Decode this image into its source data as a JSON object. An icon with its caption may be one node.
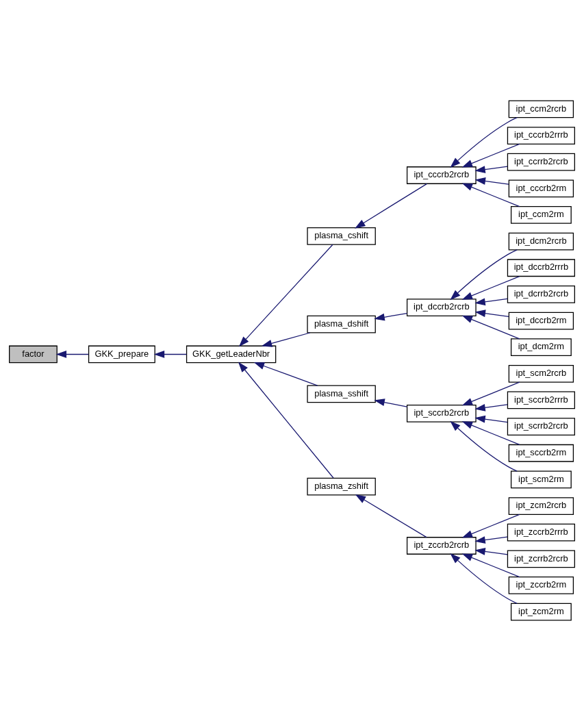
{
  "diagram": {
    "nodes": [
      {
        "text": [
          "factor"
        ]
      },
      {
        "text": [
          "GKK_prepare"
        ]
      },
      {
        "text": [
          "GKK_getLeaderNbr"
        ]
      },
      {
        "text": [
          "plasma_cshift"
        ]
      },
      {
        "text": [
          "plasma_dshift"
        ]
      },
      {
        "text": [
          "plasma_sshift"
        ]
      },
      {
        "text": [
          "plasma_zshift"
        ]
      },
      {
        "text": [
          "ipt_cccrb2rcrb"
        ]
      },
      {
        "text": [
          "ipt_dccrb2rcrb"
        ]
      },
      {
        "text": [
          "ipt_sccrb2rcrb"
        ]
      },
      {
        "text": [
          "ipt_zccrb2rcrb"
        ]
      },
      {
        "text": [
          "ipt_ccm2rcrb"
        ]
      },
      {
        "text": [
          "ipt_cccrb2rrrb"
        ]
      },
      {
        "text": [
          "ipt_ccrrb2rcrb"
        ]
      },
      {
        "text": [
          "ipt_cccrb2rm"
        ]
      },
      {
        "text": [
          "ipt_ccm2rm"
        ]
      },
      {
        "text": [
          "ipt_dcm2rcrb"
        ]
      },
      {
        "text": [
          "ipt_dccrb2rrrb"
        ]
      },
      {
        "text": [
          "ipt_dcrrb2rcrb"
        ]
      },
      {
        "text": [
          "ipt_dccrb2rm"
        ]
      },
      {
        "text": [
          "ipt_dcm2rm"
        ]
      },
      {
        "text": [
          "ipt_scm2rcrb"
        ]
      },
      {
        "text": [
          "ipt_sccrb2rrrb"
        ]
      },
      {
        "text": [
          "ipt_scrrb2rcrb"
        ]
      },
      {
        "text": [
          "ipt_sccrb2rm"
        ]
      },
      {
        "text": [
          "ipt_scm2rm"
        ]
      },
      {
        "text": [
          "ipt_zcm2rcrb"
        ]
      },
      {
        "text": [
          "ipt_zccrb2rrrb"
        ]
      },
      {
        "text": [
          "ipt_zcrrb2rcrb"
        ]
      },
      {
        "text": [
          "ipt_zccrb2rm"
        ]
      },
      {
        "text": [
          "ipt_zcm2rm"
        ]
      }
    ],
    "edges": [
      {
        "from": 1,
        "to": 0,
        "arrow": "to"
      },
      {
        "from": 2,
        "to": 1,
        "arrow": "to"
      },
      {
        "from": 3,
        "to": 2,
        "arrow": "to"
      },
      {
        "from": 4,
        "to": 2,
        "arrow": "to"
      },
      {
        "from": 5,
        "to": 2,
        "arrow": "to"
      },
      {
        "from": 6,
        "to": 2,
        "arrow": "to"
      },
      {
        "from": 7,
        "to": 3,
        "arrow": "to"
      },
      {
        "from": 8,
        "to": 4,
        "arrow": "to"
      },
      {
        "from": 9,
        "to": 5,
        "arrow": "to"
      },
      {
        "from": 10,
        "to": 6,
        "arrow": "to"
      },
      {
        "from": 11,
        "to": 7,
        "arrow": "to"
      },
      {
        "from": 12,
        "to": 7,
        "arrow": "to"
      },
      {
        "from": 13,
        "to": 7,
        "arrow": "to"
      },
      {
        "from": 14,
        "to": 7,
        "arrow": "to"
      },
      {
        "from": 15,
        "to": 7,
        "arrow": "to"
      },
      {
        "from": 16,
        "to": 8,
        "arrow": "to"
      },
      {
        "from": 17,
        "to": 8,
        "arrow": "to"
      },
      {
        "from": 18,
        "to": 8,
        "arrow": "to"
      },
      {
        "from": 19,
        "to": 8,
        "arrow": "to"
      },
      {
        "from": 20,
        "to": 8,
        "arrow": "to"
      },
      {
        "from": 21,
        "to": 9,
        "arrow": "to"
      },
      {
        "from": 22,
        "to": 9,
        "arrow": "to"
      },
      {
        "from": 23,
        "to": 9,
        "arrow": "to"
      },
      {
        "from": 24,
        "to": 9,
        "arrow": "to"
      },
      {
        "from": 25,
        "to": 9,
        "arrow": "to"
      },
      {
        "from": 26,
        "to": 10,
        "arrow": "to"
      },
      {
        "from": 27,
        "to": 10,
        "arrow": "to"
      },
      {
        "from": 28,
        "to": 10,
        "arrow": "to"
      },
      {
        "from": 29,
        "to": 10,
        "arrow": "to"
      },
      {
        "from": 30,
        "to": 10,
        "arrow": "to"
      }
    ]
  }
}
